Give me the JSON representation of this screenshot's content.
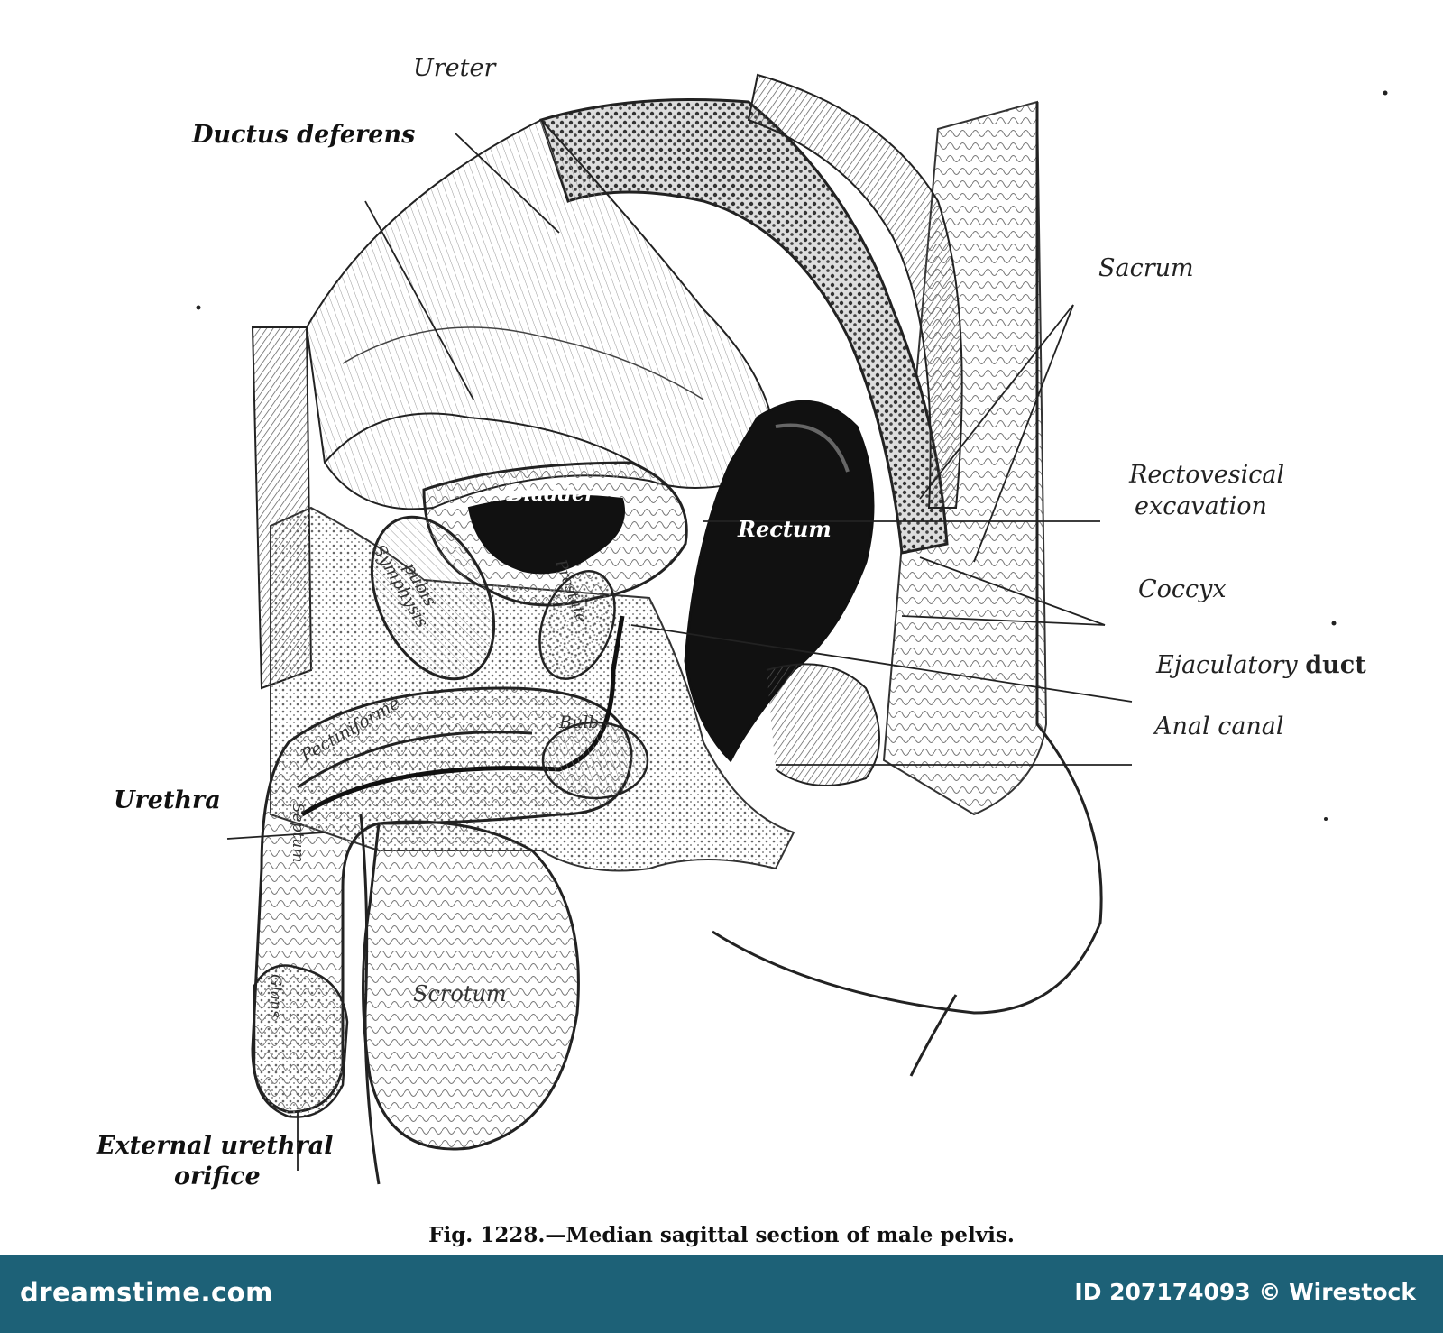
{
  "diagram": {
    "labels": {
      "ureter": "Ureter",
      "ductus_deferens": "Ductus deferens",
      "sacrum": "Sacrum",
      "rectovesical_1": "Rectovesical",
      "rectovesical_2": "excavation",
      "coccyx": "Coccyx",
      "ejaculatory_1": "Ejaculatory",
      "ejaculatory_2": "duct",
      "anal_canal": "Anal canal",
      "urethra": "Urethra",
      "external_1": "External urethral",
      "external_2": "orifice"
    },
    "inner_labels": {
      "bladder": "Bladder",
      "rectum": "Rectum",
      "symphysis_1": "Symphysis",
      "symphysis_2": "pubis",
      "prostate": "Prostate",
      "pectiniforme": "Pectiniforme",
      "bulb": "Bulb",
      "septum": "Septum",
      "glans": "Glans",
      "scrotum": "Scrotum"
    },
    "caption": "Fig. 1228.—Median sagittal section of male pelvis."
  },
  "footer": {
    "logo": "dreamstime.com",
    "id_text": "ID 207174093 © Wirestock"
  }
}
